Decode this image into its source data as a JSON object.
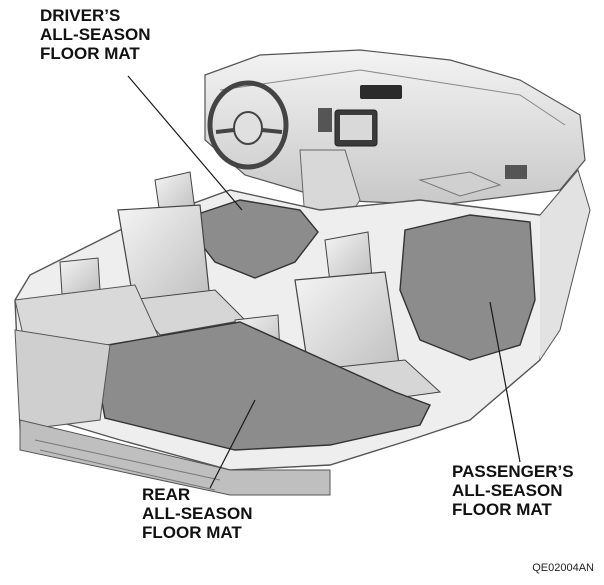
{
  "labels": {
    "driver": [
      "DRIVER’S",
      "ALL-SEASON",
      "FLOOR MAT"
    ],
    "passenger": [
      "PASSENGER’S",
      "ALL-SEASON",
      "FLOOR MAT"
    ],
    "rear": [
      "REAR",
      "ALL-SEASON",
      "FLOOR MAT"
    ]
  },
  "figure_code": "QE02004AN",
  "colors": {
    "mat": "#8c8c8c",
    "mat_dark": "#6e6e6e",
    "interior_light": "#e8e8e8",
    "interior_mid": "#c9c9c9",
    "line": "#1a1a1a"
  }
}
